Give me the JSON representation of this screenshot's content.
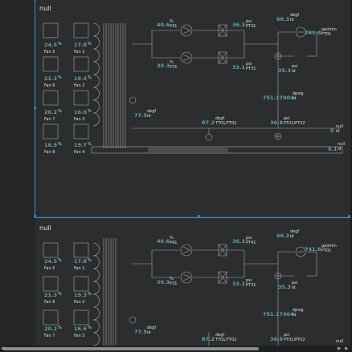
{
  "colors": {
    "background": "#2b2d2e",
    "value": "#5fa6a3",
    "line": "#a8acad",
    "selection": "#3e8fd0"
  },
  "panels": [
    {
      "title": "null",
      "fans": [
        {
          "value": "24.5",
          "unit": "%",
          "name": "Fan 5"
        },
        {
          "value": "17.8",
          "unit": "%",
          "name": "Fan 1"
        },
        {
          "value": "21.3",
          "unit": "%",
          "name": "Fan 6"
        },
        {
          "value": "19.3",
          "unit": "%",
          "name": "Fan 2"
        },
        {
          "value": "20.2",
          "unit": "%",
          "name": "Fan 7"
        },
        {
          "value": "16.6",
          "unit": "%",
          "name": "Fan 3"
        },
        {
          "value": "18.9",
          "unit": "%",
          "name": "Fan 8"
        },
        {
          "value": "19.7",
          "unit": "%",
          "name": "Fan 4"
        }
      ],
      "readings": {
        "p41": {
          "value": "40.6",
          "unit": "%",
          "tag": "P41"
        },
        "p31": {
          "value": "30.3",
          "unit": "%",
          "tag": "P31"
        },
        "pt41": {
          "value": "36.3",
          "unit": "psi",
          "tag": "PT41"
        },
        "pt31": {
          "value": "33.1",
          "unit": "psi",
          "tag": "PT31"
        },
        "degf_top": {
          "value": "66.3",
          "unit": "degf",
          "tag": "id"
        },
        "psi_right": {
          "value": "35.3",
          "unit": "psi",
          "tag": "id"
        },
        "ft01": {
          "value": "741.8",
          "unit": "gal/min",
          "tag": "FT01"
        },
        "dpsig": {
          "value": "751.17004",
          "unit": "dpsig",
          "tag": "id"
        },
        "degf_left": {
          "value": "77.5",
          "unit": "degf",
          "tag": "id"
        },
        "tt01": {
          "value": "87.2",
          "unit": "degf",
          "tag": "TT01/TT02"
        },
        "pt01": {
          "value": "36.8",
          "unit": "psi",
          "tag": "PT01/PT02"
        },
        "null1": {
          "value": "0",
          "unit": "null",
          "tag": "id"
        },
        "null2": {
          "value": "0.1",
          "unit": "null",
          "tag": "id"
        }
      }
    },
    {
      "title": "null",
      "fans": [
        {
          "value": "24.5",
          "unit": "%",
          "name": "Fan 5"
        },
        {
          "value": "17.8",
          "unit": "%",
          "name": "Fan 1"
        },
        {
          "value": "21.3",
          "unit": "%",
          "name": "Fan 6"
        },
        {
          "value": "19.3",
          "unit": "%",
          "name": "Fan 2"
        },
        {
          "value": "20.2",
          "unit": "%",
          "name": "Fan 7"
        },
        {
          "value": "16.6",
          "unit": "%",
          "name": "Fan 3"
        }
      ],
      "readings": {
        "p41": {
          "value": "40.6",
          "unit": "%",
          "tag": "P41"
        },
        "p31": {
          "value": "30.3",
          "unit": "%",
          "tag": "P31"
        },
        "pt41": {
          "value": "36.3",
          "unit": "psi",
          "tag": "PT41"
        },
        "pt31": {
          "value": "33.1",
          "unit": "psi",
          "tag": "PT31"
        },
        "degf_top": {
          "value": "66.3",
          "unit": "degf",
          "tag": "id"
        },
        "psi_right": {
          "value": "35.3",
          "unit": "psi",
          "tag": "id"
        },
        "ft01": {
          "value": "741.8",
          "unit": "gal/min",
          "tag": "FT01"
        },
        "dpsig": {
          "value": "751.17004",
          "unit": "dpsig",
          "tag": "id"
        },
        "degf_left": {
          "value": "77.5",
          "unit": "degf",
          "tag": "id"
        },
        "tt01": {
          "value": "87.2",
          "unit": "degf",
          "tag": "TT01/TT02"
        },
        "pt01": {
          "value": "36.8",
          "unit": "psi",
          "tag": "PT01/PT02"
        },
        "null1": {
          "value": "",
          "unit": "null",
          "tag": ""
        }
      }
    }
  ]
}
